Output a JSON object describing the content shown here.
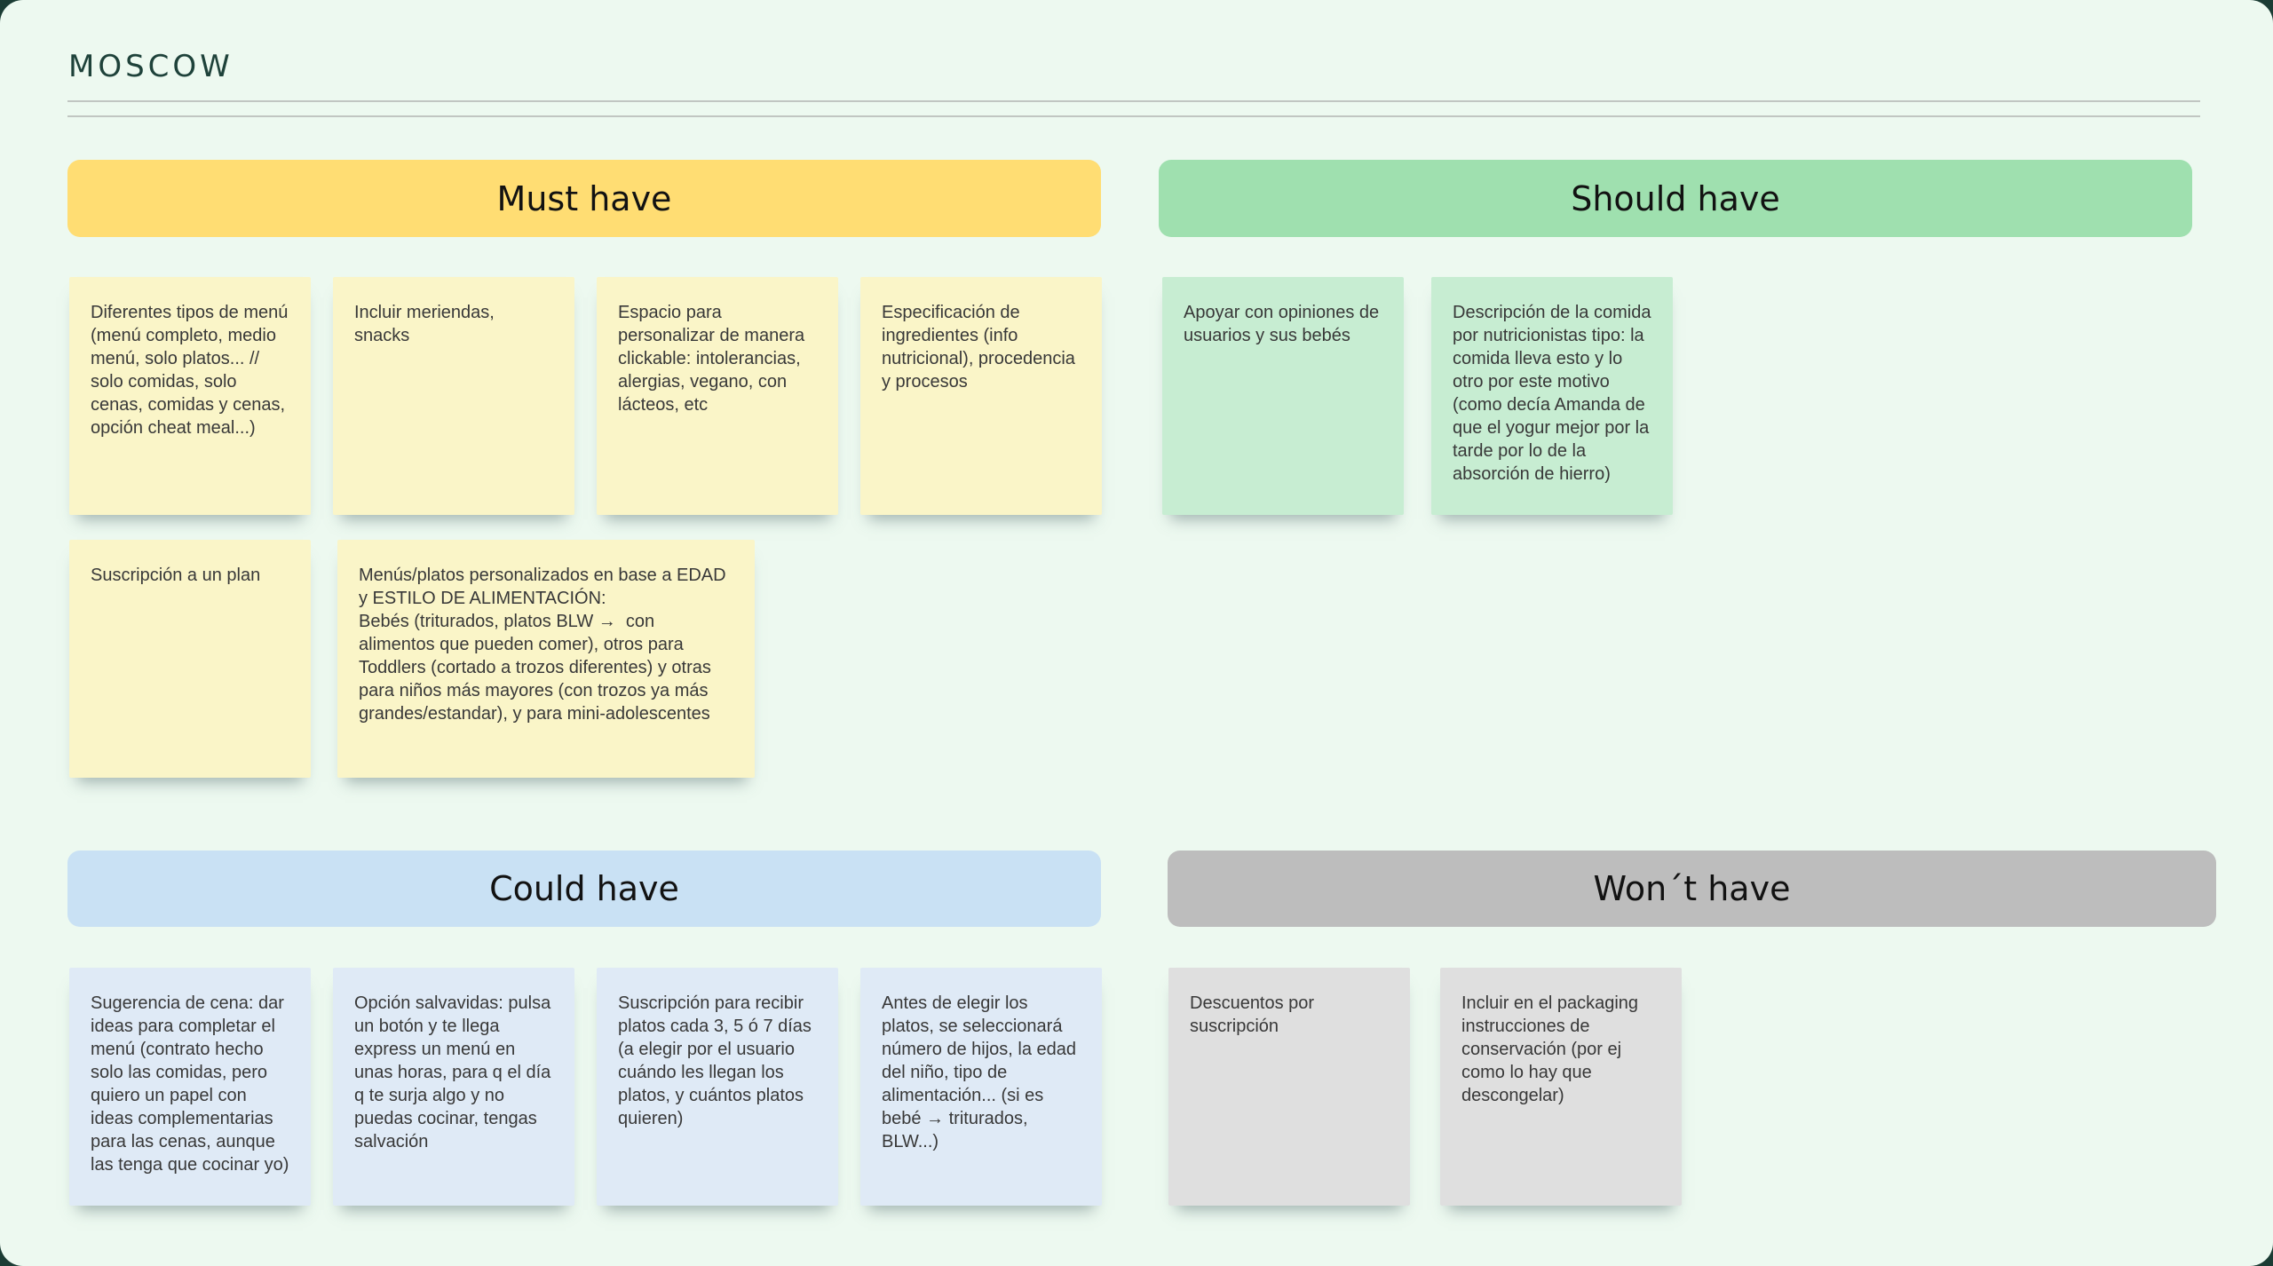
{
  "page": {
    "title": "MOSCOW"
  },
  "colors": {
    "frame": "#1B3C34",
    "board_background": "#EDF9F0",
    "title_text": "#1E423A",
    "note_text": "#383838",
    "divider": "#C1C6C2",
    "must_header_bg": "#FFDD73",
    "must_note_bg": "#FAF5C8",
    "should_header_bg": "#9FE0AF",
    "should_note_bg": "#C7EDD2",
    "could_header_bg": "#C9E1F4",
    "could_note_bg": "#DFEAF6",
    "wont_header_bg": "#BDBDBD",
    "wont_note_bg": "#DFDFDF"
  },
  "sections": {
    "must": {
      "label": "Must have",
      "notes": [
        "Diferentes tipos de menú (menú completo, medio menú, solo platos... // solo comidas, solo cenas, comidas y cenas, opción cheat meal...)",
        "Incluir meriendas, snacks",
        "Espacio para personalizar de manera clickable: intolerancias, alergias, vegano, con lácteos, etc",
        "Especificación de ingredientes (info nutricional), procedencia y procesos",
        "Suscripción a un plan",
        "Menús/platos personalizados en base a EDAD y ESTILO DE ALIMENTACIÓN:\nBebés (triturados, platos BLW →  con  alimentos que pueden comer), otros para Toddlers (cortado a trozos diferentes) y otras para niños más mayores (con trozos ya más grandes/estandar), y para mini-adolescentes"
      ]
    },
    "should": {
      "label": "Should have",
      "notes": [
        "Apoyar con opiniones de usuarios y sus bebés",
        "Descripción de la comida por nutricionistas tipo: la comida lleva esto y lo otro por este motivo (como decía Amanda de que el yogur mejor por la tarde por lo de la absorción de hierro)"
      ]
    },
    "could": {
      "label": "Could have",
      "notes": [
        "Sugerencia de cena: dar ideas para completar el menú (contrato hecho solo las comidas, pero quiero un papel con ideas complementarias para las cenas, aunque las tenga que cocinar yo)",
        "Opción salvavidas: pulsa un botón y te llega express un menú en unas horas, para q el día q te surja algo y no puedas cocinar, tengas salvación",
        "Suscripción para recibir platos cada 3, 5 ó 7 días (a elegir por el usuario cuándo les llegan los platos, y cuántos platos quieren)",
        "Antes de elegir los platos, se seleccionará número de hijos, la edad del niño, tipo de alimentación... (si es bebé → triturados, BLW...)"
      ]
    },
    "wont": {
      "label": "Won´t have",
      "notes": [
        "Descuentos por suscripción",
        "Incluir en el packaging instrucciones de conservación (por ej como lo hay que descongelar)"
      ]
    }
  }
}
